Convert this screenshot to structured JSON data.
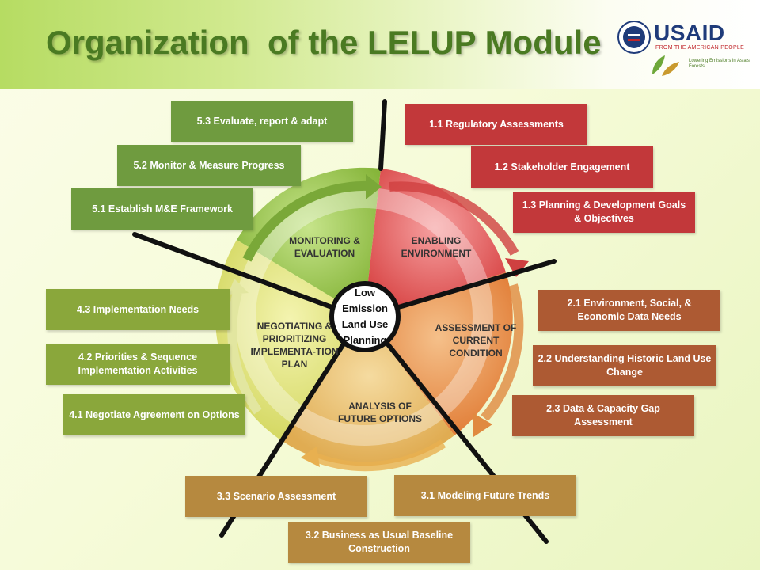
{
  "title": "Organization  of the LELUP Module",
  "logos": {
    "usaid_word": "USAID",
    "usaid_tagline": "FROM THE AMERICAN PEOPLE",
    "leaf_tagline": "Lowering Emissions in Asia's Forests"
  },
  "center": {
    "label": "Low Emission Land Use Planning"
  },
  "segments": [
    {
      "label": "MONITORING & EVALUATION",
      "color": "#8dbb3c"
    },
    {
      "label": "ENABLING ENVIRONMENT",
      "color": "#e05a5a"
    },
    {
      "label": "ASSESSMENT OF CURRENT CONDITION",
      "color": "#e8893e"
    },
    {
      "label": "ANALYSIS OF FUTURE OPTIONS",
      "color": "#e6b45a"
    },
    {
      "label": "NEGOTIATING & PRIORITIZING IMPLEMENTA-TION PLAN",
      "color": "#d6dc6a"
    }
  ],
  "boxes": {
    "b53": "5.3 Evaluate, report & adapt",
    "b52": "5.2 Monitor & Measure Progress",
    "b51": "5.1 Establish M&E Framework",
    "b11": "1.1 Regulatory Assessments",
    "b12": "1.2 Stakeholder Engagement",
    "b13": "1.3 Planning & Development Goals & Objectives",
    "b21": "2.1 Environment, Social, & Economic Data Needs",
    "b22": "2.2 Understanding Historic Land Use Change",
    "b23": "2.3 Data & Capacity Gap Assessment",
    "b43": "4.3 Implementation Needs",
    "b42": "4.2 Priorities & Sequence Implementation Activities",
    "b41": "4.1 Negotiate Agreement on Options",
    "b33": "3.3 Scenario Assessment",
    "b31": "3.1 Modeling Future Trends",
    "b32": "3.2 Business as Usual Baseline Construction"
  },
  "colors": {
    "green_box": "#6f9b3f",
    "red_box": "#c2383a",
    "brown_box": "#ad5a33",
    "tan_box": "#b6893f",
    "title": "#4a7a22"
  }
}
